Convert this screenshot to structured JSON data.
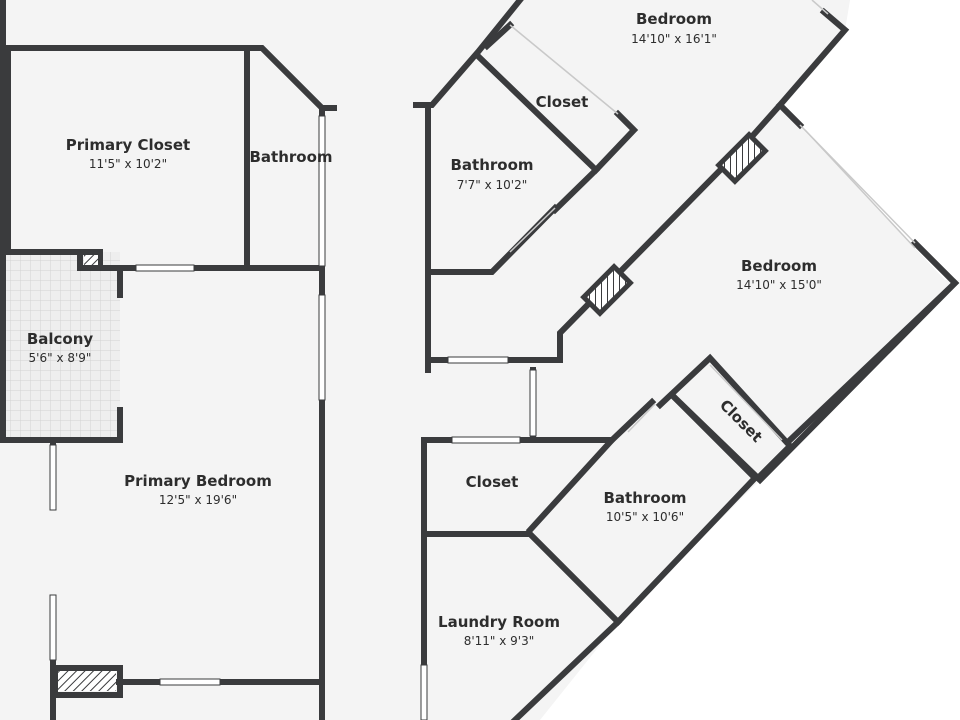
{
  "rooms": {
    "bedroom_top": {
      "name": "Bedroom",
      "dims": "14'10\" x 16'1\""
    },
    "primary_closet": {
      "name": "Primary Closet",
      "dims": "11'5\" x 10'2\""
    },
    "bathroom_small": {
      "name": "Bathroom"
    },
    "closet_upper": {
      "name": "Closet"
    },
    "bathroom_mid": {
      "name": "Bathroom",
      "dims": "7'7\" x 10'2\""
    },
    "bedroom_right": {
      "name": "Bedroom",
      "dims": "14'10\" x 15'0\""
    },
    "balcony": {
      "name": "Balcony",
      "dims": "5'6\" x 8'9\""
    },
    "closet_rotated": {
      "name": "Closet"
    },
    "closet_lower": {
      "name": "Closet"
    },
    "bathroom_lower": {
      "name": "Bathroom",
      "dims": "10'5\" x 10'6\""
    },
    "primary_bedroom": {
      "name": "Primary Bedroom",
      "dims": "12'5\" x 19'6\""
    },
    "laundry_room": {
      "name": "Laundry Room",
      "dims": "8'11\" x 9'3\""
    }
  },
  "colors": {
    "wall": "#3a3b3d",
    "floor": "#f4f4f4",
    "background": "#ffffff",
    "balcony": "#e6e6e6"
  }
}
